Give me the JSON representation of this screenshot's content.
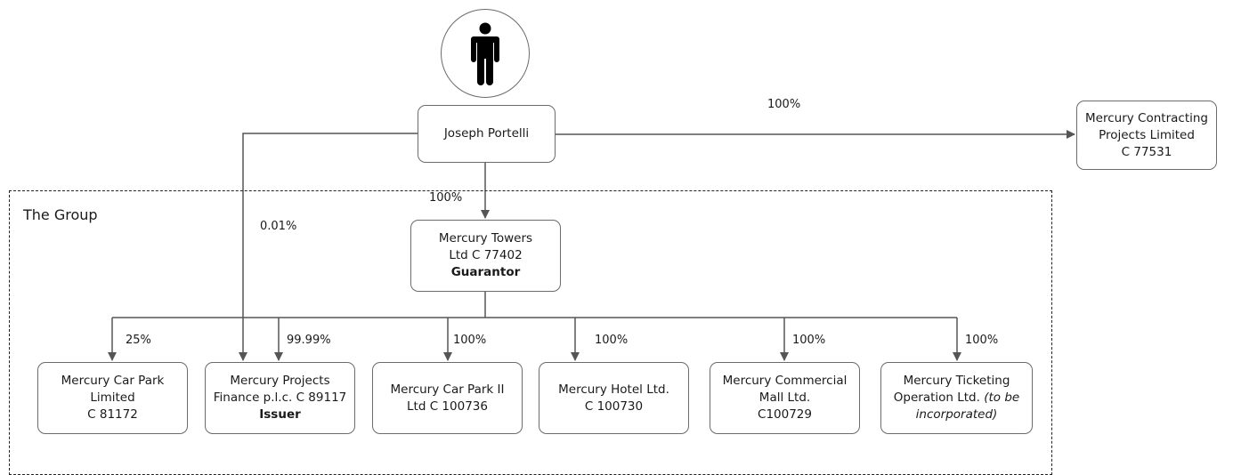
{
  "group_label": "The Group",
  "person": {
    "icon": "person-icon",
    "name": "Joseph Portelli"
  },
  "external": {
    "line1": "Mercury Contracting",
    "line2": "Projects Limited",
    "line3": "C 77531",
    "pct": "100%"
  },
  "guarantor": {
    "line1": "Mercury Towers",
    "line2": "Ltd C 77402",
    "line3": "Guarantor",
    "pct": "100%"
  },
  "direct_issuer_pct": "0.01%",
  "subsidiaries": [
    {
      "line1": "Mercury Car Park",
      "line2": "Limited",
      "line3": "C 81172",
      "pct": "25%"
    },
    {
      "line1": "Mercury Projects",
      "line2": "Finance p.l.c. C 89117",
      "line3": "Issuer",
      "pct": "99.99%"
    },
    {
      "line1": "Mercury Car Park II",
      "line2": "Ltd C 100736",
      "pct": "100%"
    },
    {
      "line1": "Mercury Hotel Ltd.",
      "line2": "C 100730",
      "pct": "100%"
    },
    {
      "line1": "Mercury Commercial",
      "line2": "Mall Ltd.",
      "line3": "C100729",
      "pct": "100%"
    },
    {
      "line1": "Mercury Ticketing",
      "line2a": "Operation Ltd.",
      "line2b": "(to be",
      "line3": "incorporated)",
      "pct": "100%"
    }
  ]
}
